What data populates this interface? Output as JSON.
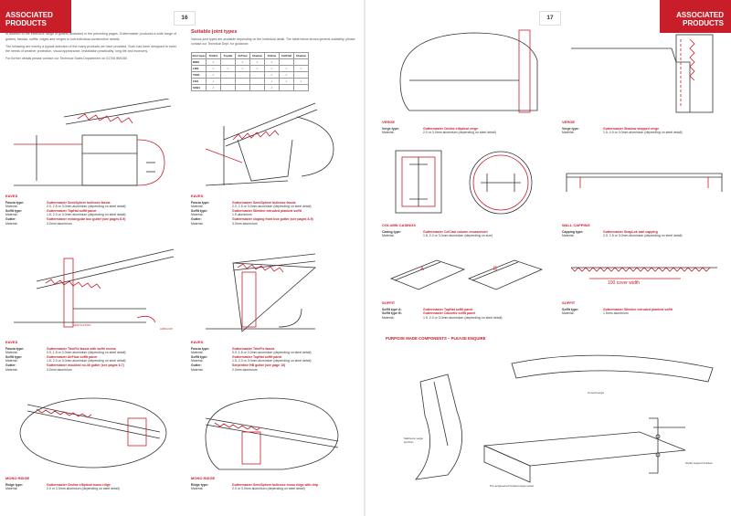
{
  "page16": {
    "header": "ASSOCIATED PRODUCTS",
    "number": "16",
    "intro": [
      "In addition to the extensive range of gutters illustrated in the preceding pages, Guttermaster produces a wide range of gutters, fascias, soffits, ridges and verges to suit individual construction details.",
      "The following are merely a typical selection of the many products we have provided. Such has been designed to meet the needs of weather protection, visual appearance, installation practicality, long life and economy.",
      "For further details please contact our Technical Sales Department on 01706 869150"
    ],
    "joint_title": "Suitable joint types",
    "joint_intro": "Various joint types are available depending on the individual detail. The table below shows general suitability, please contact our Technical Dept. for guidance.",
    "joint_table": {
      "headers": [
        "Joint types",
        "TrimFix",
        "TopHat",
        "AirFlow",
        "Shadow",
        "Omline",
        "CellClad",
        "Shadow"
      ],
      "rows": [
        {
          "name": "RIM1",
          "marks": [
            "✓",
            "",
            "✓",
            "✓",
            "✓",
            "",
            ""
          ]
        },
        {
          "name": "LIN1",
          "marks": [
            "✓",
            "✓",
            "✓",
            "✓",
            "✓",
            "✓",
            "✓"
          ]
        },
        {
          "name": "TSS1",
          "marks": [
            "✓",
            "",
            "",
            "",
            "✓",
            "✓",
            ""
          ]
        },
        {
          "name": "FIX1",
          "marks": [
            "✓",
            "",
            "",
            "",
            "✓",
            "✓",
            "✓"
          ]
        },
        {
          "name": "SUB1",
          "marks": [
            "✓",
            "",
            "",
            "",
            "✓",
            "",
            ""
          ]
        }
      ]
    },
    "blocks": [
      {
        "title": "EAVES",
        "rows": [
          {
            "k": "Fascia type:",
            "v": "Guttermaster SemiSphere bullnose fascia",
            "red": true
          },
          {
            "k": "Material:",
            "v": "2.0, 2.5 or 3.0mm aluminium (depending on steel detail)"
          },
          {
            "k": "Soffit type:",
            "v": "Guttermaster TopHat soffit panel",
            "red": true
          },
          {
            "k": "Material:",
            "v": "1.5, 2.0 or 3.0mm aluminium (depending on steel detail)"
          },
          {
            "k": "Gutter:",
            "v": "Guttermaster rectangular box gutter (see pages 8-9)",
            "red": true
          },
          {
            "k": "Material:",
            "v": "3.0mm aluminium"
          }
        ]
      },
      {
        "title": "EAVES",
        "rows": [
          {
            "k": "Fascia type:",
            "v": "Guttermaster SemiSphere bullnose fascia",
            "red": true
          },
          {
            "k": "Material:",
            "v": "2.0, 2.5 or 3.0mm aluminium (depending on steel detail)"
          },
          {
            "k": "Soffit type:",
            "v": "Guttermaster Slimline extruded planked soffit",
            "red": true
          },
          {
            "k": "Material:",
            "v": "1.5 aluminium"
          },
          {
            "k": "Gutter:",
            "v": "Guttermaster sloping front box gutter (see pages 8-9)",
            "red": true
          },
          {
            "k": "Material:",
            "v": "3.0mm aluminium"
          }
        ]
      },
      {
        "title": "EAVES",
        "rows": [
          {
            "k": "Fascia type:",
            "v": "Guttermaster TrimFix fascia with soffit recess",
            "red": true
          },
          {
            "k": "Material:",
            "v": "0.9, 1.5 or 2.0mm aluminium (depending on steel detail)"
          },
          {
            "k": "Soffit type:",
            "v": "Guttermaster AirFlow soffit panel",
            "red": true
          },
          {
            "k": "Material:",
            "v": "1.5, 2.0 or 3.0mm aluminium (depending on steel detail)"
          },
          {
            "k": "Gutter:",
            "v": "Guttermaster moulded no.46 gutter (see pages 6-7)",
            "red": true
          },
          {
            "k": "Material:",
            "v": "3.0mm aluminium"
          }
        ]
      },
      {
        "title": "EAVES",
        "rows": [
          {
            "k": "Fascia type:",
            "v": "Guttermaster TrimFix fascia",
            "red": true
          },
          {
            "k": "Material:",
            "v": "0.9, 1.5 or 2.0mm aluminium (depending on steel detail)"
          },
          {
            "k": "Soffit type:",
            "v": "Guttermaster TopHat soffit panel",
            "red": true
          },
          {
            "k": "Material:",
            "v": "1.5, 2.0 or 3.0mm aluminium (depending on steel detail)"
          },
          {
            "k": "Gutter:",
            "v": "Serpentine HB gutter (see page 10)",
            "red": true
          },
          {
            "k": "Material:",
            "v": "2.0mm aluminium"
          }
        ]
      },
      {
        "title": "MONO RIDGE",
        "rows": [
          {
            "k": "Ridge type:",
            "v": "Guttermaster Omline elliptical mono ridge",
            "red": true
          },
          {
            "k": "Material:",
            "v": "2.0 or 3.0mm aluminium (depending on steel detail)"
          }
        ]
      },
      {
        "title": "MONO RIDGE",
        "rows": [
          {
            "k": "Ridge type:",
            "v": "Guttermaster SemiSphere bullnose mono ridge with drip",
            "red": true
          },
          {
            "k": "Material:",
            "v": "2.0 or 3.0mm aluminium (depending on steel detail)"
          }
        ]
      }
    ],
    "ventilation_label": "VENTILATION",
    "airflow_label": "AIRFLOW"
  },
  "page17": {
    "header": "ASSOCIATED PRODUCTS",
    "number": "17",
    "blocks": [
      {
        "title": "VERGE",
        "rows": [
          {
            "k": "Verge type:",
            "v": "Guttermaster Omline elliptical verge",
            "red": true
          },
          {
            "k": "Material:",
            "v": "2.0 or 3.0mm aluminium (depending on steel detail)"
          }
        ]
      },
      {
        "title": "VERGE",
        "rows": [
          {
            "k": "Verge type:",
            "v": "Guttermaster Shadow stepped verge",
            "red": true
          },
          {
            "k": "Material:",
            "v": "1.5, 2.0 or 3.0mm aluminium (depending on steel detail)"
          }
        ]
      },
      {
        "title": "COLUMN CASINGS",
        "rows": [
          {
            "k": "Casing type:",
            "v": "Guttermaster CelClad column encasement",
            "red": true
          },
          {
            "k": "Material:",
            "v": "1.5, 2.0 or 3.0mm aluminium (depending on size)"
          }
        ]
      },
      {
        "title": "WALL CAPPING",
        "rows": [
          {
            "k": "Capping type:",
            "v": "Guttermaster SnapLok wall capping",
            "red": true
          },
          {
            "k": "Material:",
            "v": "2.0, 2.5 or 3.0mm aluminium (depending on steel detail)"
          }
        ]
      },
      {
        "title": "SOFFIT",
        "rows": [
          {
            "k": "Soffit type A:",
            "v": "Guttermaster TopHat soffit panel",
            "red": true
          },
          {
            "k": "Soffit type B:",
            "v": "Guttermaster Cassette soffit panel",
            "red": true
          },
          {
            "k": "Material:",
            "v": "1.5, 2.0 or 3.0mm aluminium (depending on steel detail)"
          }
        ]
      },
      {
        "title": "SOFFIT",
        "rows": [
          {
            "k": "Soffit type:",
            "v": "Guttermaster Slimline extruded planked soffit",
            "red": true
          },
          {
            "k": "Material:",
            "v": "1.5mm aluminium"
          }
        ]
      }
    ],
    "label_a": "A",
    "label_b": "B",
    "cover_width": "100 cover width",
    "purpose_title": "PURPOSE MADE COMPONENTS – PLEASE ENQUIRE",
    "curved_verge": "Curved verge",
    "saltire": "Saltire-ite verge junction",
    "preengineered": "Pre-engineered hooked verge panel",
    "outlet": "Outlet support bracket"
  }
}
